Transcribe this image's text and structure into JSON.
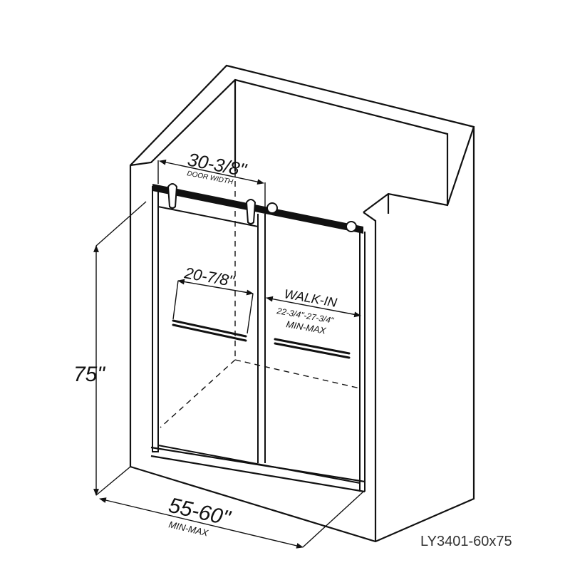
{
  "diagram": {
    "door_width": {
      "value": "30-3/8\"",
      "caption": "DOOR WIDTH"
    },
    "handle_spacing": {
      "value": "20-7/8\""
    },
    "walk_in": {
      "title": "WALK-IN",
      "value": "22-3/4\"-27-3/4\"",
      "caption": "MIN-MAX"
    },
    "height": {
      "value": "75\""
    },
    "width": {
      "value": "55-60\"",
      "caption": "MIN-MAX"
    },
    "model_code": "LY3401-60x75"
  }
}
